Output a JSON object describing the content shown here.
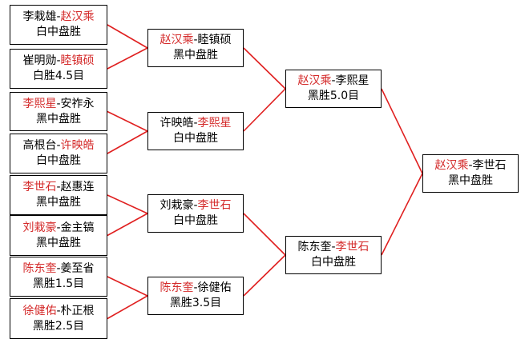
{
  "bracket": {
    "round1": [
      {
        "p1": "李栽雄",
        "p2": "赵汉乘",
        "winner": 2,
        "result": "白中盘胜"
      },
      {
        "p1": "崔明勋",
        "p2": "睦镇硕",
        "winner": 2,
        "result": "白胜4.5目"
      },
      {
        "p1": "李熙星",
        "p2": "安祚永",
        "winner": 1,
        "result": "黑中盘胜"
      },
      {
        "p1": "高根台",
        "p2": "许映皓",
        "winner": 2,
        "result": "白中盘胜"
      },
      {
        "p1": "李世石",
        "p2": "赵惠连",
        "winner": 1,
        "result": "黑中盘胜"
      },
      {
        "p1": "刘栽豪",
        "p2": "金主镐",
        "winner": 1,
        "result": "黑中盘胜"
      },
      {
        "p1": "陈东奎",
        "p2": "姜至省",
        "winner": 1,
        "result": "黑胜1.5目"
      },
      {
        "p1": "徐健佑",
        "p2": "朴正根",
        "winner": 1,
        "result": "黑胜2.5目"
      }
    ],
    "round2": [
      {
        "p1": "赵汉乘",
        "p2": "睦镇硕",
        "winner": 1,
        "result": "黑中盘胜"
      },
      {
        "p1": "许映皓",
        "p2": "李熙星",
        "winner": 2,
        "result": "白中盘胜"
      },
      {
        "p1": "刘栽豪",
        "p2": "李世石",
        "winner": 2,
        "result": "白中盘胜"
      },
      {
        "p1": "陈东奎",
        "p2": "徐健佑",
        "winner": 1,
        "result": "黑胜3.5目"
      }
    ],
    "round3": [
      {
        "p1": "赵汉乘",
        "p2": "李熙星",
        "winner": 1,
        "result": "黑胜5.0目"
      },
      {
        "p1": "陈东奎",
        "p2": "李世石",
        "winner": 2,
        "result": "白中盘胜"
      }
    ],
    "final": [
      {
        "p1": "赵汉乘",
        "p2": "李世石",
        "winner": 1,
        "result": "黑中盘胜"
      }
    ],
    "separator": "-",
    "colors": {
      "winner": "#d42a2a",
      "line": "#e02020",
      "border": "#000000"
    }
  }
}
